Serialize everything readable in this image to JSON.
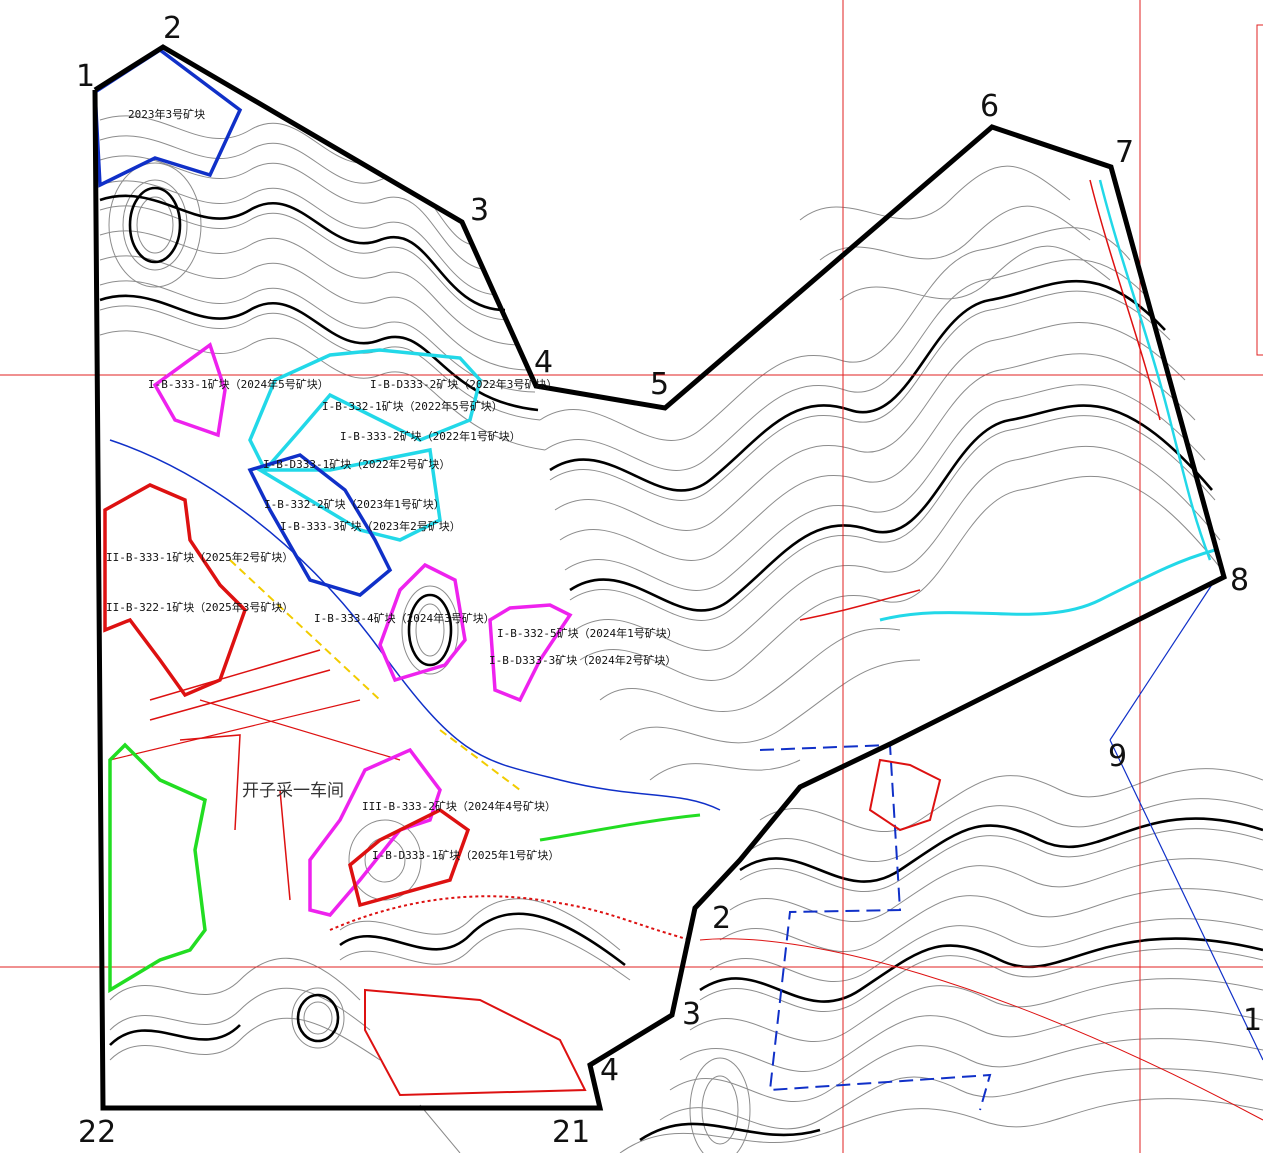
{
  "vertex_labels": [
    "1",
    "2",
    "3",
    "4",
    "5",
    "6",
    "7",
    "8",
    "9",
    "22",
    "21",
    "2",
    "3",
    "4",
    "1"
  ],
  "workshop_label": "开子采一车间",
  "block_labels": [
    "2023年3号矿块",
    "I-B-333-1矿块（2024年5号矿块）",
    "I-B-D333-2矿块（2022年3号矿块）",
    "I-B-332-1矿块（2022年5号矿块）",
    "I-B-333-2矿块（2022年1号矿块）",
    "I-B-D333-1矿块（2022年2号矿块）",
    "I-B-332-2矿块（2023年1号矿块）",
    "I-B-333-3矿块（2023年2号矿块）",
    "II-B-333-1矿块（2025年2号矿块）",
    "II-B-322-1矿块（2025年3号矿块）",
    "I-B-333-4矿块（2024年3号矿块）",
    "I-B-332-5矿块（2024年1号矿块）",
    "I-B-D333-3矿块（2024年2号矿块）",
    "III-B-333-2矿块（2024年4号矿块）",
    "I-B-D333-1矿块（2025年1号矿块）"
  ],
  "colors": {
    "boundary": "#000000",
    "contour": "#8c8c8c",
    "index_contour": "#000000",
    "grid": "#e02020",
    "magenta_block": "#ee22ee",
    "cyan_block": "#22d8e8",
    "blue_block": "#1030c8",
    "red_block": "#dd1111",
    "green_block": "#22dd22"
  },
  "icons": [
    "contour-lines",
    "grid-lines",
    "block-outline"
  ]
}
